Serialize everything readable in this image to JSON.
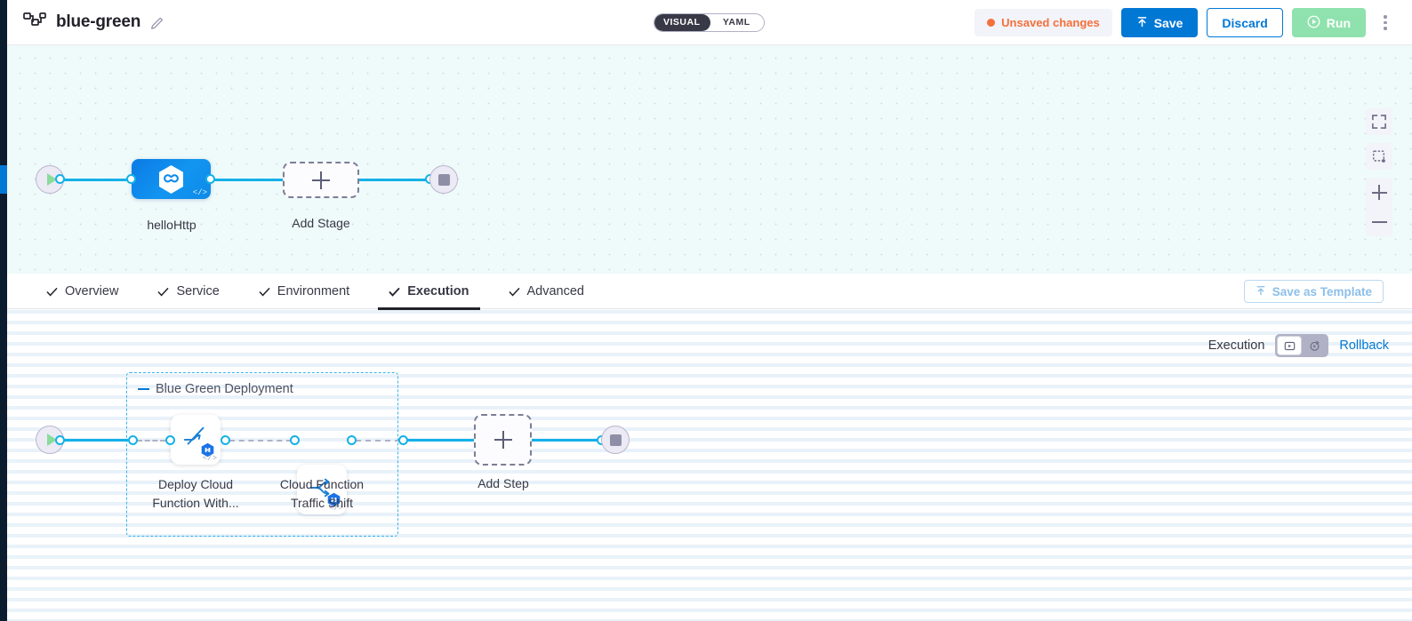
{
  "header": {
    "pipeline_icon": "pipeline-nodes-icon",
    "title": "blue-green",
    "edit_icon": "pencil-edit-icon",
    "mode_toggle": {
      "visual": "VISUAL",
      "yaml": "YAML",
      "selected": "VISUAL"
    },
    "unsaved_label": "Unsaved changes",
    "save_label": "Save",
    "save_icon": "upload-arrow-icon",
    "discard_label": "Discard",
    "run_label": "Run",
    "run_icon": "play-circle-icon",
    "kebab_icon": "more-vertical-icon"
  },
  "colors": {
    "accent_blue": "#0278d5",
    "link_cyan": "#14b1e8",
    "unsaved_orange": "#f4703a",
    "run_green": "#8fe2ad",
    "group_border": "#39b3ee",
    "canvas_top_bg": "#effafa"
  },
  "stage_canvas": {
    "start_node": {
      "icon": "play-triangle-icon"
    },
    "stage": {
      "icon": "harness-hexagon-icon",
      "code_badge": "</>",
      "caption": "helloHttp"
    },
    "add_stage": {
      "icon": "plus-icon",
      "caption": "Add Stage"
    },
    "end_node": {
      "icon": "stop-square-icon"
    },
    "controls": [
      {
        "name": "fullscreen-icon",
        "label": ""
      },
      {
        "name": "fit-to-screen-icon",
        "label": ""
      },
      {
        "name": "zoom-in-icon",
        "label": ""
      },
      {
        "name": "zoom-out-icon",
        "label": ""
      }
    ]
  },
  "tabs": [
    {
      "label": "Overview",
      "checked": true,
      "active": false
    },
    {
      "label": "Service",
      "checked": true,
      "active": false
    },
    {
      "label": "Environment",
      "checked": true,
      "active": false
    },
    {
      "label": "Execution",
      "checked": true,
      "active": true
    },
    {
      "label": "Advanced",
      "checked": true,
      "active": false
    }
  ],
  "save_as_template": {
    "label": "Save as Template",
    "icon": "template-upload-icon"
  },
  "execution_bar": {
    "label": "Execution",
    "toggle": {
      "left_icon": "execution-steps-icon",
      "right_icon": "rollback-steps-icon",
      "selected": "execution-steps-icon"
    },
    "rollback_label": "Rollback"
  },
  "step_canvas": {
    "start_node": {
      "icon": "play-triangle-icon"
    },
    "group": {
      "label": "Blue Green Deployment",
      "collapse_icon": "collapse-dash-icon"
    },
    "steps": [
      {
        "icon": "deploy-cloud-function-icon",
        "badge": "google-cloud-function-hex-icon",
        "code_badge": "</>",
        "caption": "Deploy Cloud\nFunction With..."
      },
      {
        "icon": "traffic-shift-icon",
        "badge": "google-cloud-function-hex-icon",
        "code_badge": "</>",
        "caption": "Cloud Function\nTraffic Shift"
      }
    ],
    "add_step": {
      "icon": "plus-icon",
      "caption": "Add Step"
    },
    "end_node": {
      "icon": "stop-square-icon"
    }
  }
}
